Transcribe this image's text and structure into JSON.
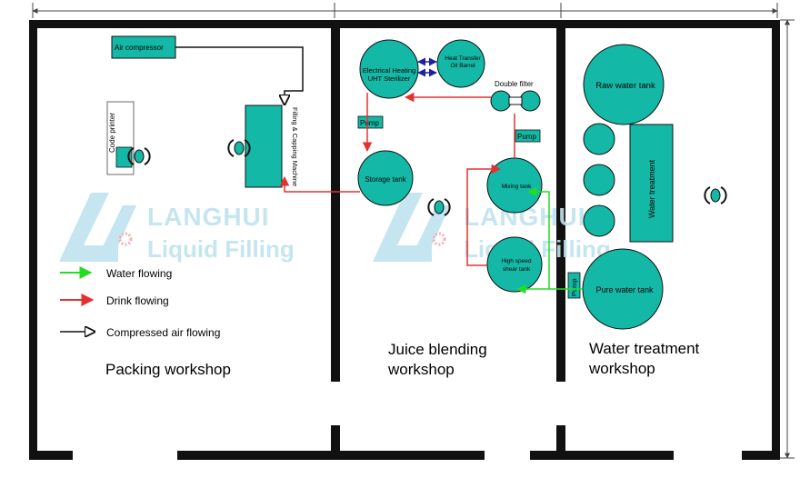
{
  "colors": {
    "equipment": "#14b8a6",
    "wall": "#111111",
    "water_flow": "#22dd22",
    "drink_flow": "#e53030",
    "air_flow": "#111111",
    "transfer_arrow": "#1f1fa0",
    "watermark": "#bfe3ef",
    "watermark_gear": "#f4a6a6"
  },
  "icons": {
    "operator": "operator-icon",
    "gear": "gear-icon"
  },
  "workshops": {
    "packing": "Packing workshop",
    "juice_line1": "Juice blending",
    "juice_line2": "workshop",
    "water_line1": "Water treatment",
    "water_line2": "workshop"
  },
  "equipment": {
    "air_compressor": "Air compressor",
    "code_printer": "Code printer",
    "filling_capping": "Filling & Capping Machine",
    "uht_line1": "Electrical Heating",
    "uht_line2": "UHT Sterilizer",
    "heat_line1": "Heat Transfer",
    "heat_line2": "Oil Barrel",
    "double_filter": "Double filter",
    "pump_juice_left": "Pump",
    "pump_juice_right": "Pump",
    "storage_tank": "Storage tank",
    "mixing_tank": "Mixing tank",
    "shear_line1": "High speed",
    "shear_line2": "shear tank",
    "raw_water_tank": "Raw water tank",
    "water_treatment": "Water treatment",
    "pump_water": "Pump",
    "pure_water_tank": "Pure water tank"
  },
  "legend": {
    "water": "Water flowing",
    "drink": "Drink flowing",
    "air": "Compressed air flowing"
  },
  "watermark": {
    "brand": "LANGHUI",
    "tagline": "Liquid Filling"
  }
}
